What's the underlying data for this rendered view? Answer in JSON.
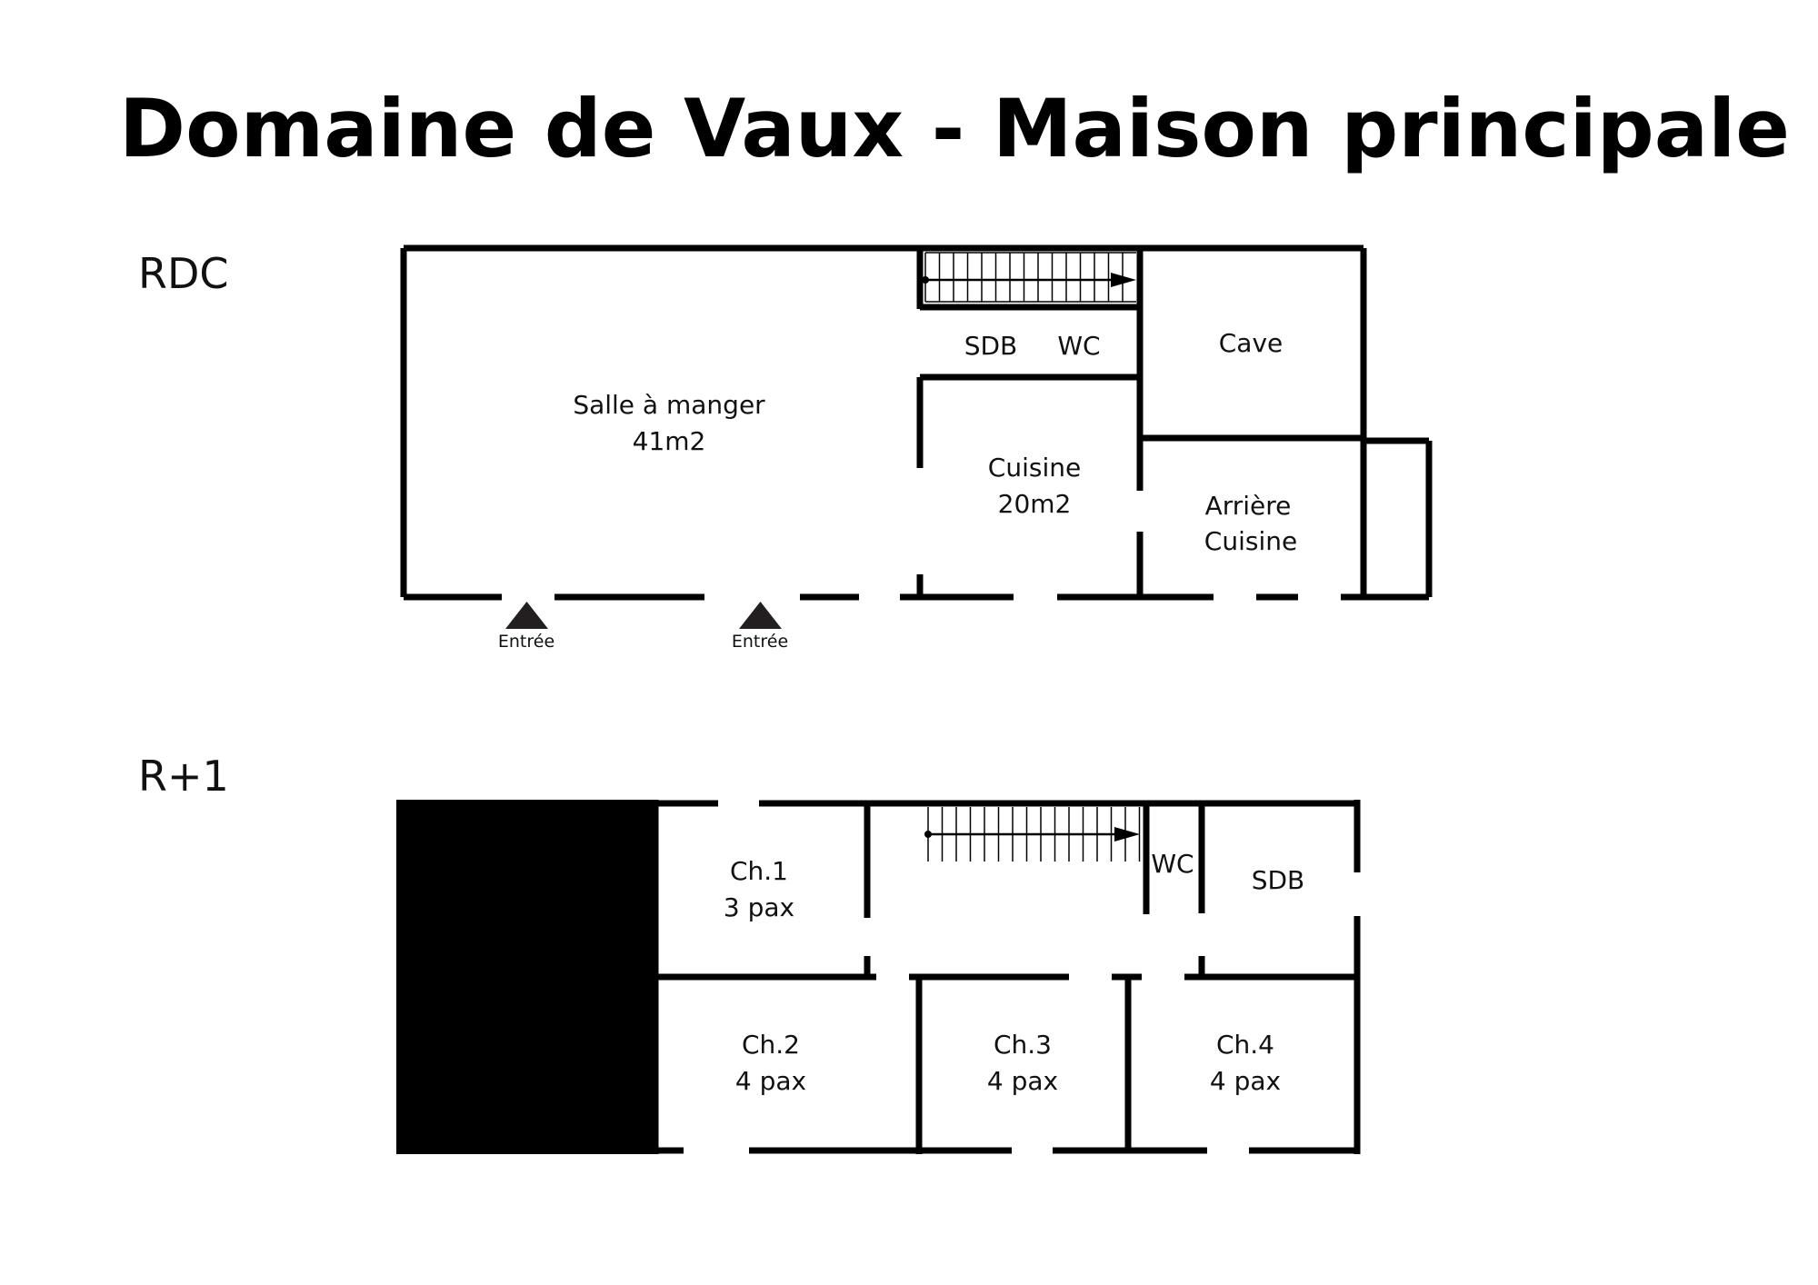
{
  "title": "Domaine de Vaux - Maison principale",
  "floors": [
    {
      "label": "RDC",
      "rooms": [
        {
          "lines": [
            "Salle à manger",
            "41m2"
          ]
        },
        {
          "lines": [
            "SDB"
          ]
        },
        {
          "lines": [
            "WC"
          ]
        },
        {
          "lines": [
            "Cave"
          ]
        },
        {
          "lines": [
            "Cuisine",
            "20m2"
          ]
        },
        {
          "lines": [
            "Arrière",
            "Cuisine"
          ]
        }
      ],
      "entrances": [
        "Entrée",
        "Entrée"
      ]
    },
    {
      "label": "R+1",
      "rooms": [
        {
          "lines": [
            "Ch.1",
            "3 pax"
          ]
        },
        {
          "lines": [
            "WC"
          ]
        },
        {
          "lines": [
            "SDB"
          ]
        },
        {
          "lines": [
            "Ch.2",
            "4 pax"
          ]
        },
        {
          "lines": [
            "Ch.3",
            "4 pax"
          ]
        },
        {
          "lines": [
            "Ch.4",
            "4 pax"
          ]
        }
      ]
    }
  ]
}
